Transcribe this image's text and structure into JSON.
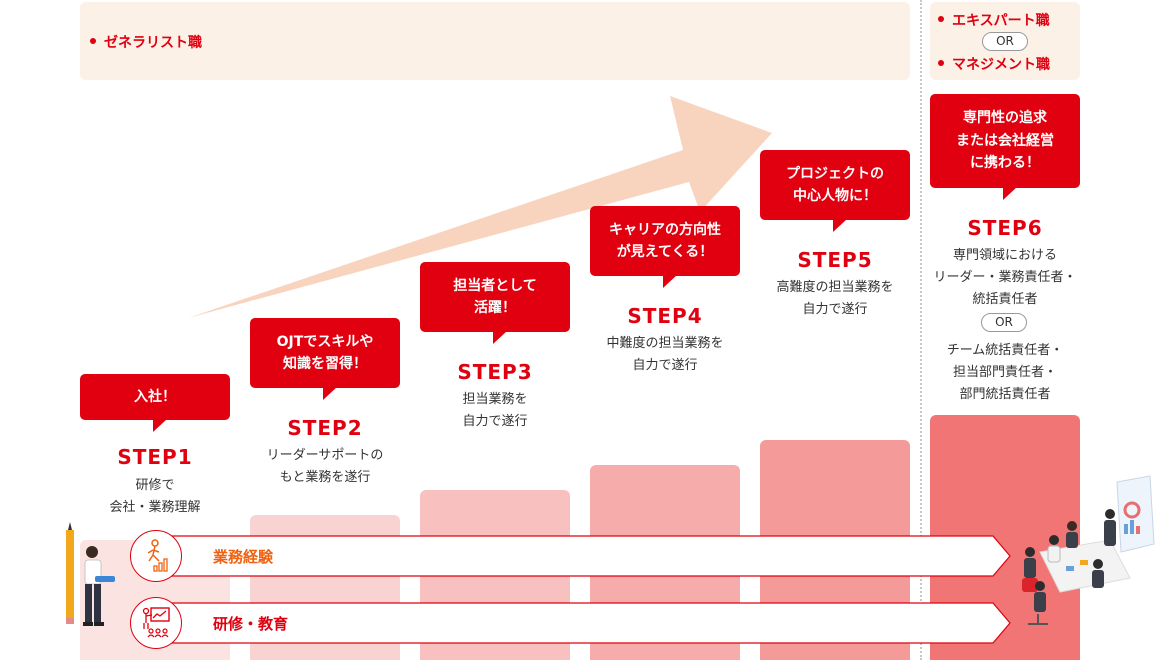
{
  "generalist": {
    "label": "ゼネラリスト職"
  },
  "career_tracks": {
    "expert": "エキスパート職",
    "or": "OR",
    "management": "マネジメント職"
  },
  "steps": [
    {
      "title": "STEP1",
      "bubble": "入社！",
      "desc": "研修で\n会社・業務理解"
    },
    {
      "title": "STEP2",
      "bubble": "OJTでスキルや\n知識を習得！",
      "desc": "リーダーサポートの\nもと業務を遂行"
    },
    {
      "title": "STEP3",
      "bubble": "担当者として\n活躍！",
      "desc": "担当業務を\n自力で遂行"
    },
    {
      "title": "STEP4",
      "bubble": "キャリアの方向性\nが見えてくる！",
      "desc": "中難度の担当業務を\n自力で遂行"
    },
    {
      "title": "STEP5",
      "bubble": "プロジェクトの\n中心人物に！",
      "desc": "高難度の担当業務を\n自力で遂行"
    },
    {
      "title": "STEP6",
      "bubble": "専門性の追求\nまたは会社経営\nに携わる！",
      "desc": "専門領域における\nリーダー・業務責任者・\n統括責任者",
      "or": "OR",
      "desc2": "チーム統括責任者・\n担当部門責任者・\n部門統括責任者"
    }
  ],
  "tracks": {
    "experience": "業務経験",
    "training": "研修・教育"
  },
  "colors": {
    "accent": "#e0000f",
    "band": "#fbf1e7",
    "arrow": "#f8d4bf",
    "experience_text": "#f0620f"
  }
}
